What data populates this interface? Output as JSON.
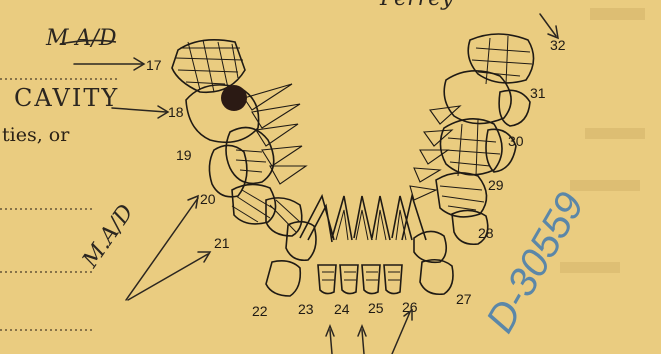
{
  "form": {
    "partial_text": "ties, or",
    "top_scribble": "Ferrey"
  },
  "annotations": {
    "ma_top": "M A/D",
    "cavity": "CAVITY",
    "ma_left": "M.A/D"
  },
  "tooth_numbers": [
    "17",
    "18",
    "19",
    "20",
    "21",
    "22",
    "23",
    "24",
    "25",
    "26",
    "27",
    "28",
    "29",
    "30",
    "31",
    "32"
  ],
  "accession_stamp": "D-30559",
  "colors": {
    "paper": "#e7c679",
    "ink": "#1f1a14",
    "stamp_ink": "#5b87a8",
    "cavity_mark": "#2b1a14"
  }
}
